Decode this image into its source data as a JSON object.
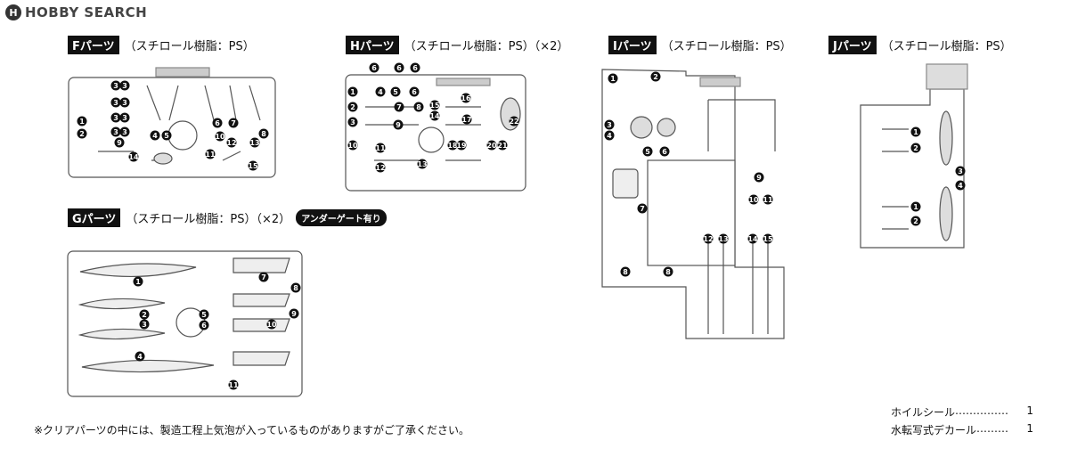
{
  "logo": {
    "text": "HOBBY SEARCH",
    "mark": "H"
  },
  "panels": {
    "F": {
      "tag": "Fパーツ",
      "desc": "（スチロール樹脂：PS）",
      "numbers": [
        "3",
        "3",
        "3",
        "3",
        "3",
        "3",
        "3",
        "3",
        "1",
        "2",
        "4",
        "5",
        "6",
        "7",
        "8",
        "9",
        "10",
        "11",
        "12",
        "13",
        "14",
        "15"
      ]
    },
    "H": {
      "tag": "Hパーツ",
      "desc": "（スチロール樹脂：PS）（×2）",
      "numbers": [
        "6",
        "6",
        "6",
        "1",
        "2",
        "3",
        "4",
        "5",
        "6",
        "7",
        "8",
        "9",
        "10",
        "11",
        "12",
        "13",
        "14",
        "15",
        "16",
        "17",
        "18",
        "19",
        "20",
        "21",
        "22"
      ]
    },
    "I": {
      "tag": "Iパーツ",
      "desc": "（スチロール樹脂：PS）",
      "numbers": [
        "1",
        "2",
        "3",
        "4",
        "5",
        "6",
        "7",
        "8",
        "8",
        "9",
        "10",
        "11",
        "12",
        "13",
        "14",
        "15"
      ]
    },
    "J": {
      "tag": "Jパーツ",
      "desc": "（スチロール樹脂：PS）",
      "numbers": [
        "1",
        "2",
        "3",
        "4",
        "1",
        "2"
      ]
    },
    "G": {
      "tag": "Gパーツ",
      "desc": "（スチロール樹脂：PS）（×2）",
      "badge": "アンダーゲート有り",
      "numbers": [
        "1",
        "2",
        "3",
        "4",
        "5",
        "6",
        "7",
        "8",
        "9",
        "10",
        "11"
      ]
    }
  },
  "note": "※クリアパーツの中には、製造工程上気泡が入っているものがありますがご了承ください。",
  "accessories": [
    {
      "name": "ホイルシール",
      "dots": "……………",
      "qty": "1"
    },
    {
      "name": "水転写式デカール",
      "dots": "………",
      "qty": "1"
    }
  ]
}
